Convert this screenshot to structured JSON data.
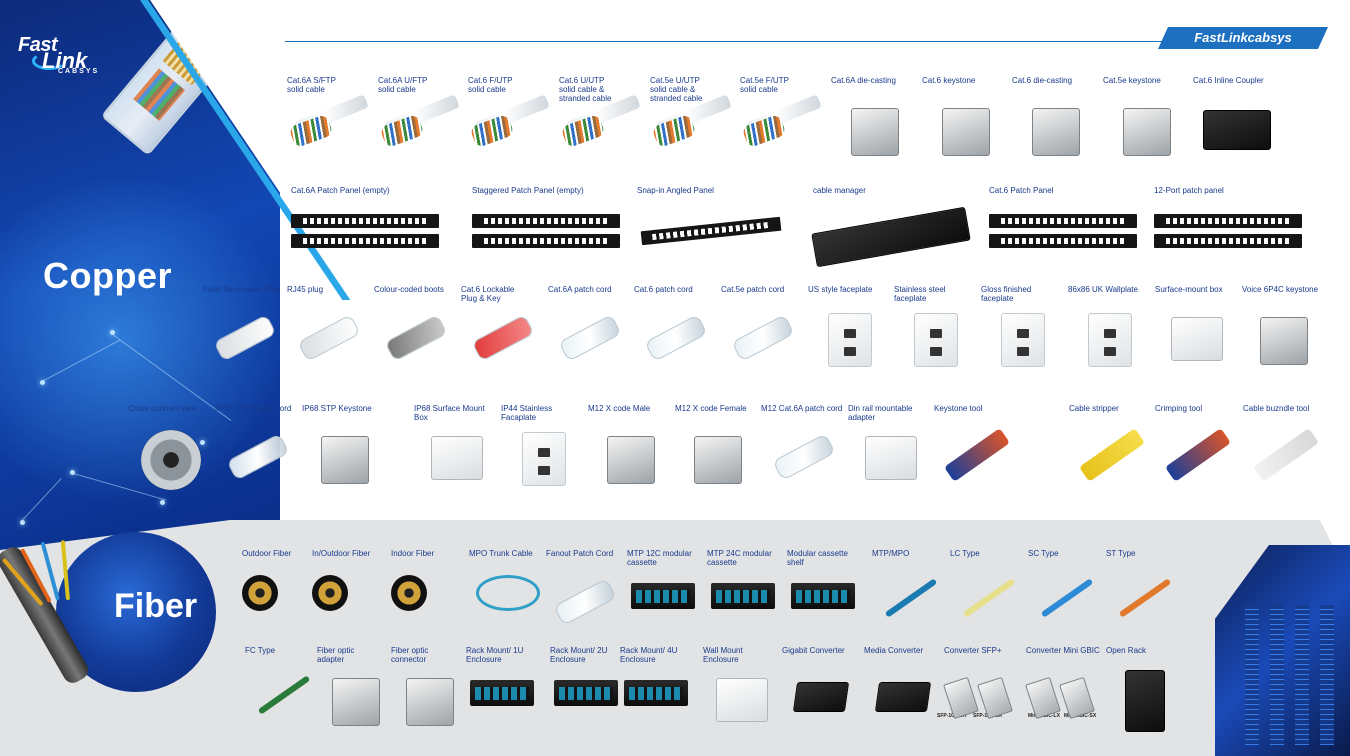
{
  "brand": {
    "logo_top": "Fast",
    "logo_mid": "Link",
    "logo_sub": "CABSYS",
    "tag": "FastLinkcabsys"
  },
  "sections": {
    "copper": "Copper",
    "fiber": "Fiber"
  },
  "copper_row1": [
    {
      "label": "Cat.6A S/FTP\nsolid cable",
      "icon": "cable-icon"
    },
    {
      "label": "Cat.6A U/FTP\nsolid cable",
      "icon": "cable-icon"
    },
    {
      "label": "Cat.6 F/UTP\nsolid cable",
      "icon": "cable-icon"
    },
    {
      "label": "Cat.6 U/UTP\nsolid cable &\nstranded cable",
      "icon": "cable-icon"
    },
    {
      "label": "Cat.5e U/UTP\nsolid cable &\nstranded cable",
      "icon": "cable-icon"
    },
    {
      "label": "Cat.5e F/UTP\nsolid cable",
      "icon": "cable-icon"
    },
    {
      "label": "Cat.6A die-casting",
      "icon": "keystone-icon"
    },
    {
      "label": "Cat.6 keystone",
      "icon": "keystone-icon"
    },
    {
      "label": "Cat.6 die-casting",
      "icon": "keystone-icon"
    },
    {
      "label": "Cat.5e keystone",
      "icon": "keystone-icon"
    },
    {
      "label": "Cat.6 Inline Coupler",
      "icon": "coupler-icon"
    }
  ],
  "copper_row2": [
    {
      "label": "Cat.6A Patch Panel (empty)",
      "icon": "patch-panel-icon"
    },
    {
      "label": "Staggered Patch Panel (empty)",
      "icon": "patch-panel-icon"
    },
    {
      "label": "Snap-in Angled Panel",
      "icon": "angled-panel-icon"
    },
    {
      "label": "cable manager",
      "icon": "cable-manager-icon"
    },
    {
      "label": "Cat.6 Patch Panel",
      "icon": "patch-panel-icon"
    },
    {
      "label": "12-Port patch panel",
      "icon": "patch-panel-icon"
    }
  ],
  "copper_row3": [
    {
      "label": "Field Terminated Plug",
      "icon": "plug-icon"
    },
    {
      "label": "RJ45 plug",
      "icon": "plug-icon"
    },
    {
      "label": "Colour-coded boots",
      "icon": "boot-icon"
    },
    {
      "label": "Cat.6 Lockable\nPlug & Key",
      "icon": "lock-plug-icon"
    },
    {
      "label": "Cat.6A patch cord",
      "icon": "patch-cord-icon"
    },
    {
      "label": "Cat.6 patch cord",
      "icon": "patch-cord-icon"
    },
    {
      "label": "Cat.5e patch cord",
      "icon": "patch-cord-icon"
    },
    {
      "label": "US style faceplate",
      "icon": "faceplate-icon"
    },
    {
      "label": "Stainless steel\nfaceplate",
      "icon": "faceplate-icon"
    },
    {
      "label": "Gloss finished\nfaceplate",
      "icon": "faceplate-icon"
    },
    {
      "label": "86x86 UK Wallplate",
      "icon": "wallplate-icon"
    },
    {
      "label": "Surface-mount box",
      "icon": "surface-box-icon"
    },
    {
      "label": "Voice 6P4C keystone",
      "icon": "keystone-icon"
    }
  ],
  "copper_row4": [
    {
      "label": "Cross connect wire",
      "icon": "spool-icon"
    },
    {
      "label": "IP68 STP Patch Cord",
      "icon": "patch-cord-icon"
    },
    {
      "label": "IP68 STP Keystone",
      "icon": "keystone-icon"
    },
    {
      "label": "IP68 Surface Mount Box",
      "icon": "surface-box-icon"
    },
    {
      "label": "IP44 Stainless Facaplate",
      "icon": "faceplate-icon"
    },
    {
      "label": "M12 X code Male",
      "icon": "connector-icon"
    },
    {
      "label": "M12 X code Female",
      "icon": "connector-icon"
    },
    {
      "label": "M12 Cat.6A patch cord",
      "icon": "patch-cord-icon"
    },
    {
      "label": "Din rail mountable\nadapter",
      "icon": "din-rail-icon"
    },
    {
      "label": "Keystone tool",
      "icon": "tool-icon"
    },
    {
      "label": "Cable stripper",
      "icon": "stripper-icon"
    },
    {
      "label": "Crimping tool",
      "icon": "crimper-icon"
    },
    {
      "label": "Cable buzndle tool",
      "icon": "bundle-tool-icon"
    }
  ],
  "fiber_row1": [
    {
      "label": "Outdoor Fiber",
      "icon": "fiber-cable-icon"
    },
    {
      "label": "In/Outdoor Fiber",
      "icon": "fiber-cable-icon"
    },
    {
      "label": "Indoor Fiber",
      "icon": "fiber-cable-icon"
    },
    {
      "label": "MPO Trunk Cable",
      "icon": "trunk-cable-icon"
    },
    {
      "label": "Fanout Patch Cord",
      "icon": "patch-cord-icon"
    },
    {
      "label": "MTP 12C modular\ncassette",
      "icon": "cassette-icon"
    },
    {
      "label": "MTP 24C modular\ncassette",
      "icon": "cassette-icon"
    },
    {
      "label": "Modular cassette shelf",
      "icon": "shelf-icon"
    },
    {
      "label": "MTP/MPO",
      "icon": "mpo-icon"
    },
    {
      "label": "LC Type",
      "icon": "lc-icon"
    },
    {
      "label": "SC Type",
      "icon": "sc-icon"
    },
    {
      "label": "ST Type",
      "icon": "st-icon"
    }
  ],
  "fiber_row2": [
    {
      "label": "FC Type",
      "icon": "fc-icon"
    },
    {
      "label": "Fiber optic\nadapter",
      "icon": "adapter-icon"
    },
    {
      "label": "Fiber optic\nconnector",
      "icon": "connector-icon"
    },
    {
      "label": "Rack Mount/ 1U\nEnclosure",
      "icon": "enclosure-icon"
    },
    {
      "label": "Rack Mount/ 2U\nEnclosure",
      "icon": "enclosure-icon"
    },
    {
      "label": "Rack Mount/ 4U\nEnclosure",
      "icon": "enclosure-icon"
    },
    {
      "label": "Wall Mount\nEnclosure",
      "icon": "wall-enclosure-icon"
    },
    {
      "label": "Gigabit Converter",
      "icon": "converter-icon"
    },
    {
      "label": "Media Converter",
      "icon": "converter-icon"
    },
    {
      "label": "Converter SFP+",
      "icon": "sfp-icon"
    },
    {
      "label": "Converter Mini GBIC",
      "icon": "sfp-icon"
    },
    {
      "label": "Open Rack",
      "icon": "open-rack-icon"
    }
  ],
  "fiber_sub_labels": {
    "sfp_a": "SFP-10G-SR",
    "sfp_b": "SFP-10G-LR",
    "gbic_a": "Mini GBIC-LX",
    "gbic_b": "Mini GBIC-SX"
  },
  "colors": {
    "brand_blue": "#1d6fc0",
    "dark_blue": "#0d2a7a",
    "label_blue": "#1a3a8c",
    "fiber_bg": "#e2e3e5"
  }
}
